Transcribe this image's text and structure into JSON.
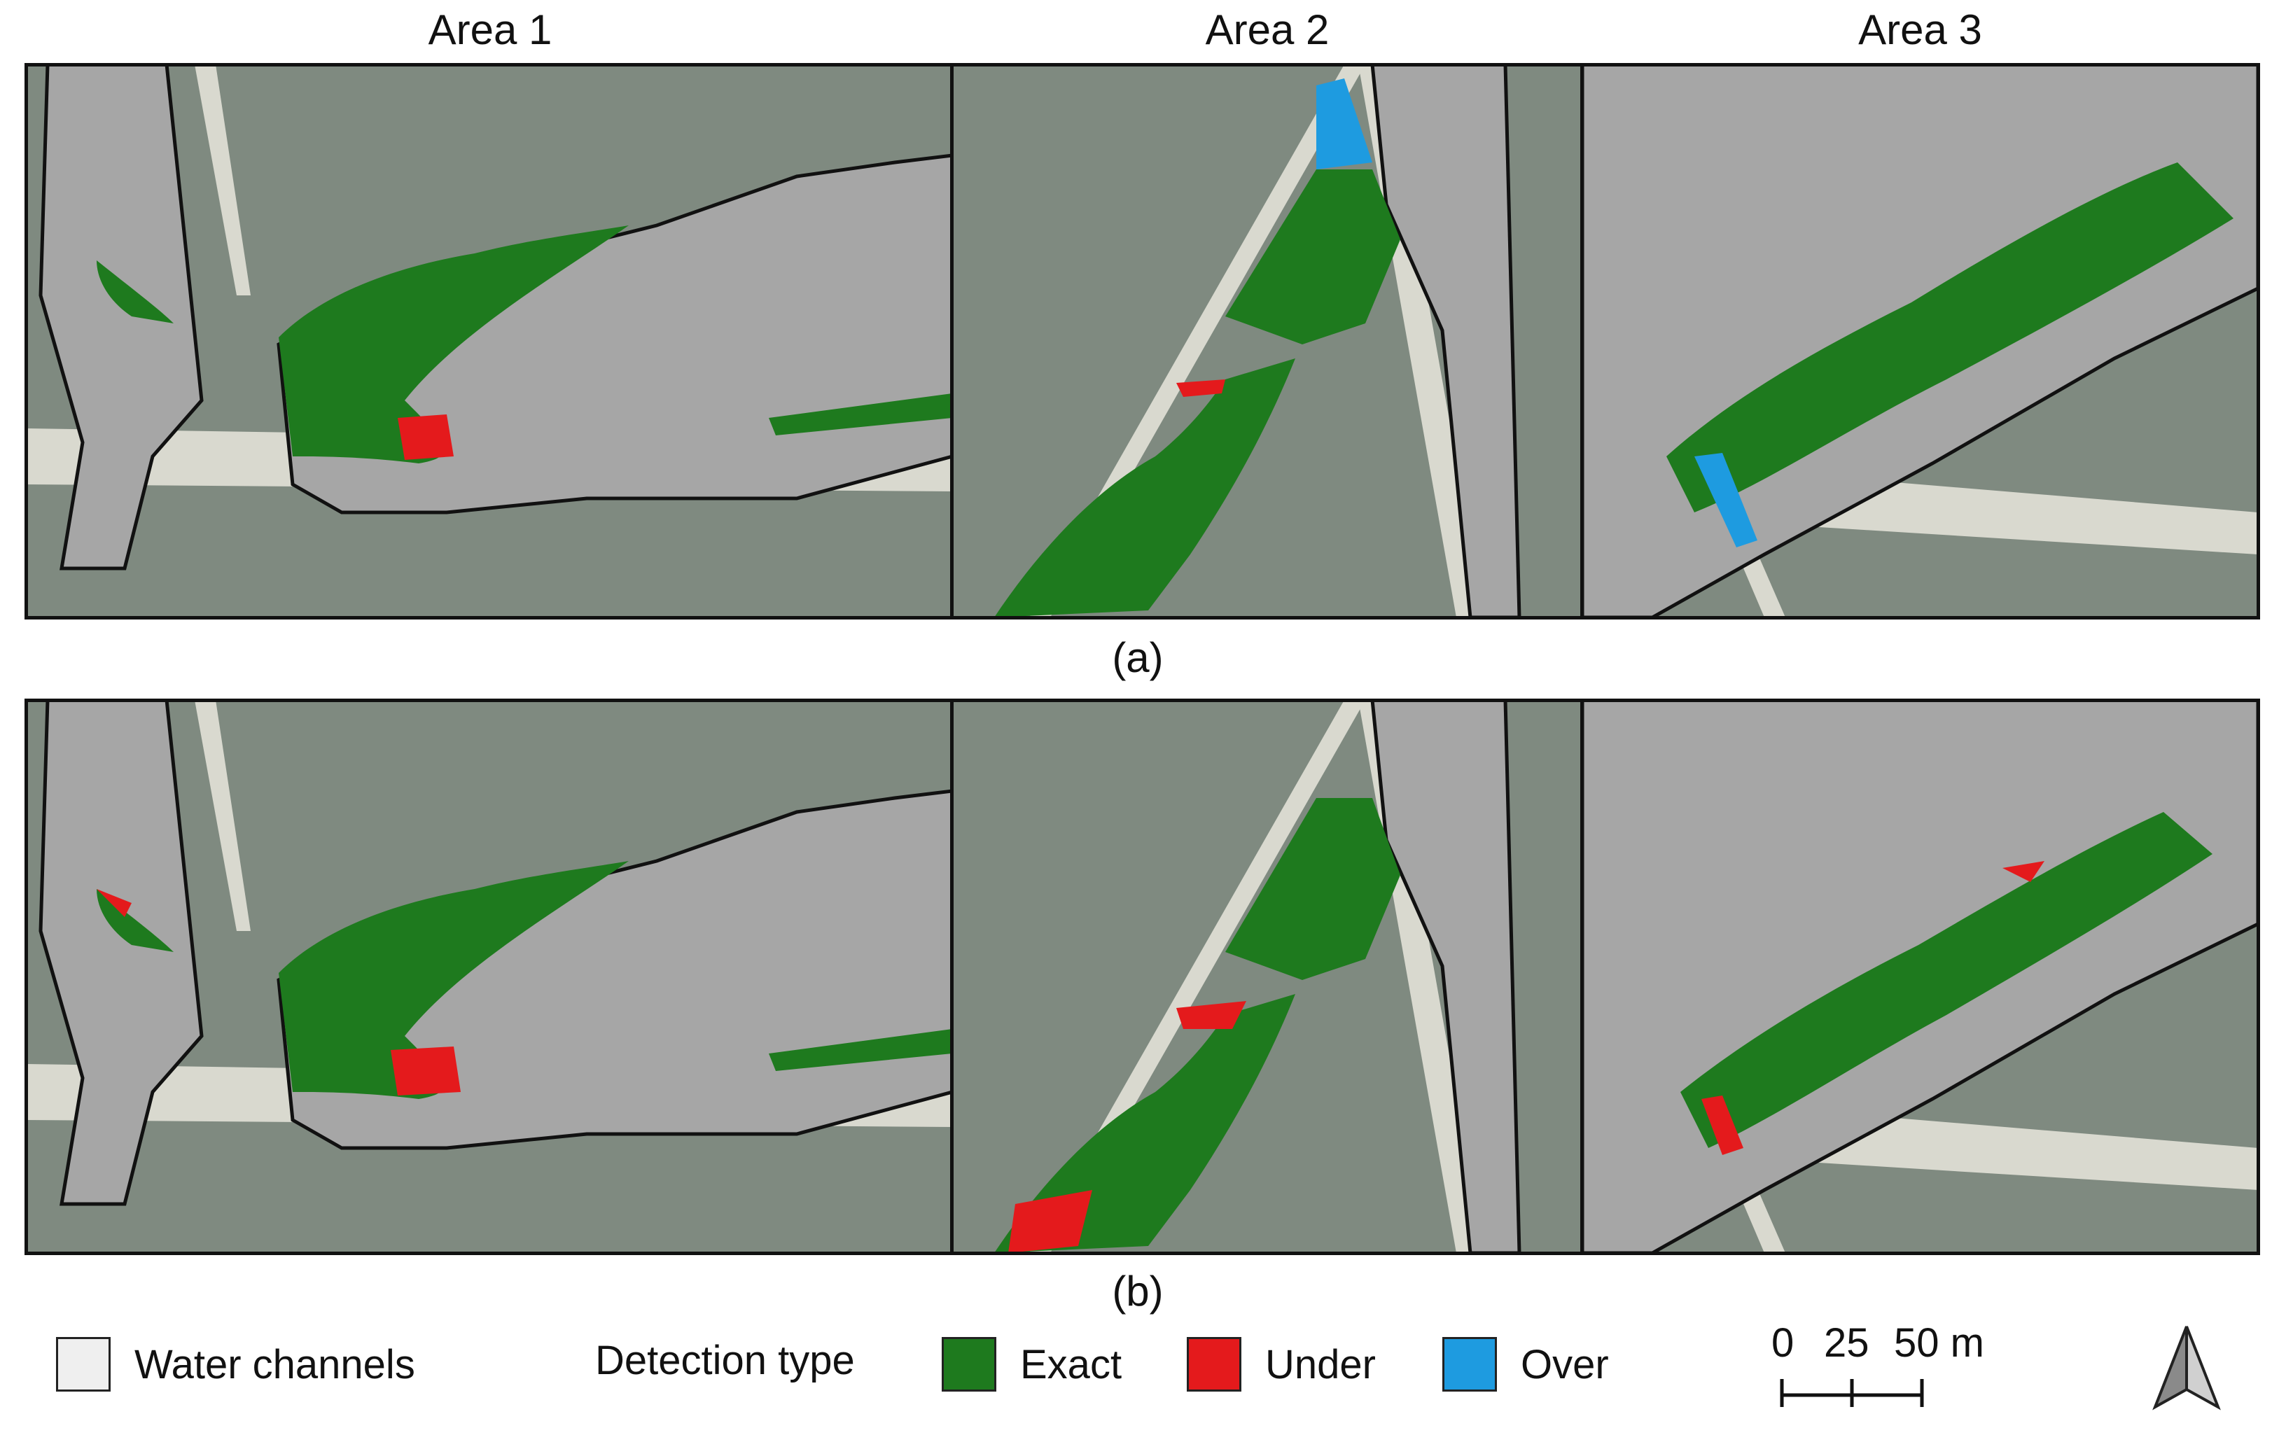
{
  "columns": [
    "Area 1",
    "Area 2",
    "Area 3"
  ],
  "rows": [
    "(a)",
    "(b)"
  ],
  "legend": {
    "water_channels": "Water channels",
    "detection_type": "Detection type",
    "exact": "Exact",
    "under": "Under",
    "over": "Over"
  },
  "scale_bar": {
    "ticks": [
      "0",
      "25",
      "50 m"
    ]
  },
  "colors": {
    "exact": "#1e7a1e",
    "under": "#e41a1c",
    "over": "#1e9be0",
    "water_channel": "#a6a6a6",
    "background": "#7f8a80",
    "road": "#d9d9cf"
  },
  "icons": {
    "north_arrow": "north-arrow-icon"
  }
}
